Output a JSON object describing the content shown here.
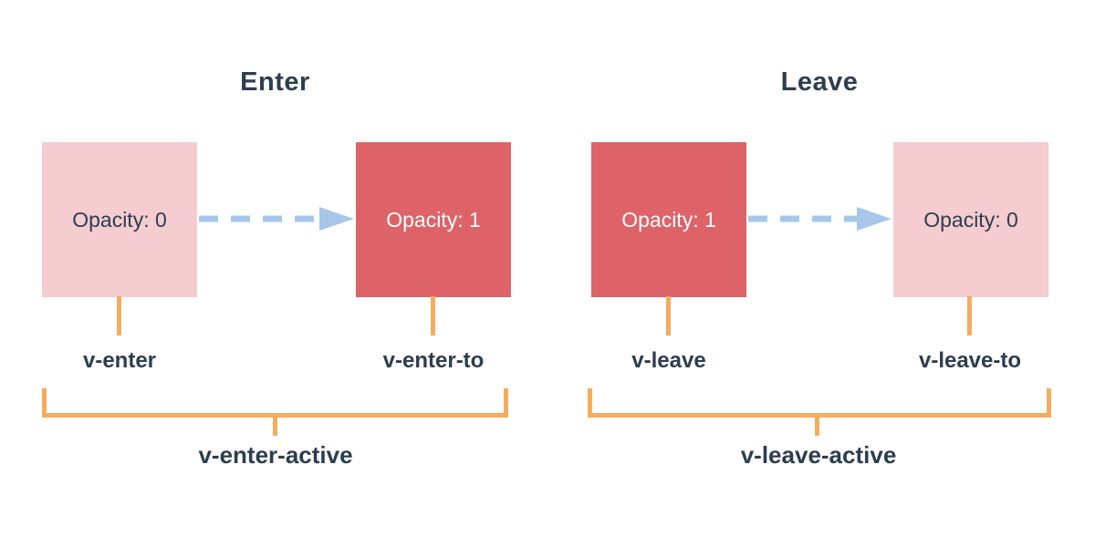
{
  "colors": {
    "background": "#ffffff",
    "pink": "#f5cccf",
    "red": "#dd6368",
    "orange": "#f6ac5d",
    "blue": "#a6c7e9",
    "navy": "#2c3e50",
    "white": "#ffffff"
  },
  "sections": [
    {
      "title": "Enter",
      "from_box": {
        "label": "Opacity: 0",
        "state": "faded"
      },
      "to_box": {
        "label": "Opacity: 1",
        "state": "solid"
      },
      "from_class": "v-enter",
      "to_class": "v-enter-to",
      "active_class": "v-enter-active"
    },
    {
      "title": "Leave",
      "from_box": {
        "label": "Opacity: 1",
        "state": "solid"
      },
      "to_box": {
        "label": "Opacity: 0",
        "state": "faded"
      },
      "from_class": "v-leave",
      "to_class": "v-leave-to",
      "active_class": "v-leave-active"
    }
  ],
  "icons": {
    "arrow": "dashed-arrow-right-icon"
  }
}
